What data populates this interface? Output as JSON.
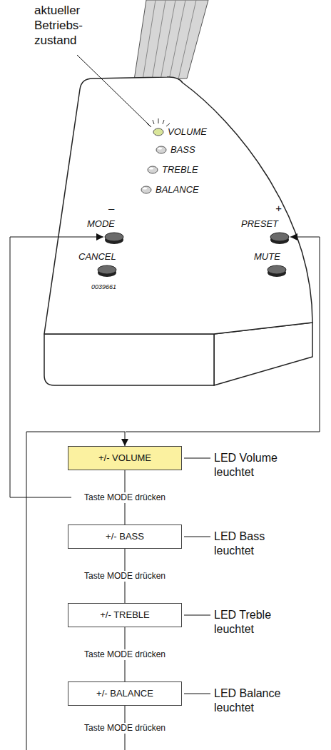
{
  "diagram": {
    "nodes": [
      {
        "text": [
          "+/- VOLUME"
        ]
      },
      {
        "text": [
          "+/- BASS"
        ]
      },
      {
        "text": [
          "+/- TREBLE"
        ]
      },
      {
        "text": [
          "+/- BALANCE"
        ]
      }
    ],
    "edges": [
      {
        "from": 0,
        "to": 1,
        "arrow": "none",
        "label": "Taste MODE drücken"
      },
      {
        "from": 1,
        "to": 2,
        "arrow": "none",
        "label": "Taste MODE drücken"
      },
      {
        "from": 2,
        "to": 3,
        "arrow": "none",
        "label": "Taste MODE drücken"
      },
      {
        "from": 3,
        "to": 0,
        "arrow": "to",
        "label": "Taste MODE drücken"
      }
    ],
    "labels": [
      "aktueller Betriebs- zustand",
      "VOLUME",
      "BASS",
      "TREBLE",
      "BALANCE",
      "–",
      "+",
      "MODE",
      "PRESET",
      "CANCEL",
      "MUTE",
      "0039661",
      "LED Volume leuchtet",
      "LED Bass leuchtet",
      "LED Treble leuchtet",
      "LED Balance leuchtet"
    ]
  }
}
